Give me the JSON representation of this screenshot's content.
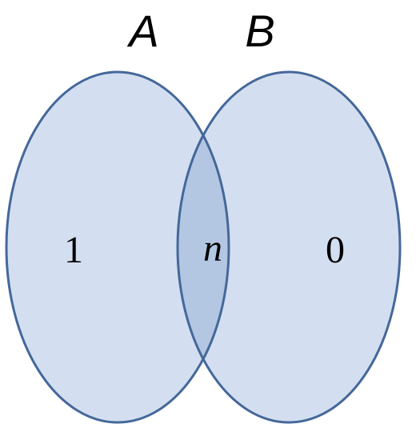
{
  "sets": {
    "a": {
      "label": "A"
    },
    "b": {
      "label": "B"
    }
  },
  "regions": {
    "only_a": "1",
    "intersection": "n",
    "only_b": "0"
  },
  "colors": {
    "set_fill": "#d3dff0",
    "intersection_fill": "#b3c7e3",
    "outline": "#45689a",
    "text": "#000000"
  }
}
